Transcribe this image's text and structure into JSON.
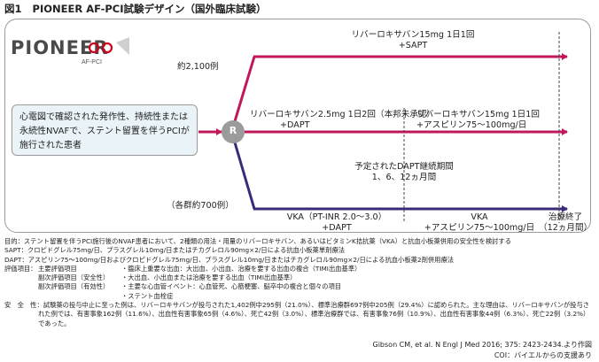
{
  "figure": {
    "label": "図1",
    "title": "PIONEER AF-PCI試験デザイン（国外臨床試験）"
  },
  "logo": {
    "main": "PIONEER",
    "sub": "AF-PCI"
  },
  "population": "心電図で確認された発作性、持続性または永続性NVAFで、ステント留置を伴うPCIが施行された患者",
  "randomize": "R",
  "n_arm1": "約2,100例",
  "n_each": "（各群約700例）",
  "arm1": {
    "line1": "リバーロキサバン15mg 1日1回",
    "line2": "+SAPT"
  },
  "arm2a": {
    "line1": "リバーロキサバン2.5mg 1日2回（本邦未承認）",
    "line2": "+DAPT"
  },
  "arm2b": {
    "line1": "リバーロキサバン15mg 1日1回",
    "line2": "+アスピリン75～100mg/日"
  },
  "dapt_period": {
    "line1": "予定されたDAPT継続期間",
    "line2": "1、6、12ヵ月間"
  },
  "arm3a": {
    "line1": "VKA（PT-INR 2.0～3.0）",
    "line2": "+DAPT"
  },
  "arm3b": {
    "line1": "VKA",
    "line2": "+アスピリン75～100mg/日"
  },
  "end": {
    "line1": "治療終了",
    "line2": "（12ヵ月間）"
  },
  "footnotes": {
    "purpose": "目的：ステント留置を伴うPCI施行後のNVAF患者において、2種類の用法・用量のリバーロキサバン、あるいはビタミンK拮抗薬（VKA）と抗血小板薬併用の安全性を検討する",
    "sapt": "SAPT：クロピドグレル75mg/日、プラスグレル10mg/日またはチカグレロル90mg×2/日による抗血小板薬単剤療法",
    "dapt": "DAPT：アスピリン75～100mg/日およびクロピドグレル75mg/日、プラスグレル10mg/日またはチカグレロル90mg×2/日による抗血小板薬2剤併用療法",
    "eval_label": "評価項目：",
    "primary_label": "主要評価項目",
    "primary_text": "・臨床上重要な出血：大出血、小出血、治療を要する出血の複合（TIMI出血基準）",
    "secondary_label": "副次評価項目（安全性）",
    "secondary_text": "・大出血、小出血または治療を要する出血（TIMI出血基準）",
    "efficacy_label": "副次評価項目（有効性）",
    "efficacy_text": "・主要な心血管イベント：心血管死、心筋梗塞、脳卒中の複合と個々の項目",
    "stent_text": "・ステント血栓症",
    "safety_label": "安　全　性：",
    "safety_text": "試験薬の投与中止に至った例は、リバーロキサバンが投与された1,402例中295例（21.0%）、標準治療群697例中205例（29.4%）に認められた。主な理由は、リバーロキサバンが投与された例では、有害事象162例（11.6%）、出血性有害事象65例（4.6%）、死亡42例（3.0%）、標準治療群では、有害事象76例（10.9%）、出血性有害事象44例（6.3%）、死亡22例（3.2%）であった。"
  },
  "citation": "Gibson CM, et al. N Engl J Med 2016; 375: 2423-2434.より作図",
  "coi": "COI：バイエルからの支援あり",
  "colors": {
    "arrow_red": "#c0185a",
    "arrow_purple": "#3b2a78",
    "circle_gray": "#9b9b9b",
    "box_fill": "#e9f3f8",
    "logo_red": "#d0021b"
  }
}
